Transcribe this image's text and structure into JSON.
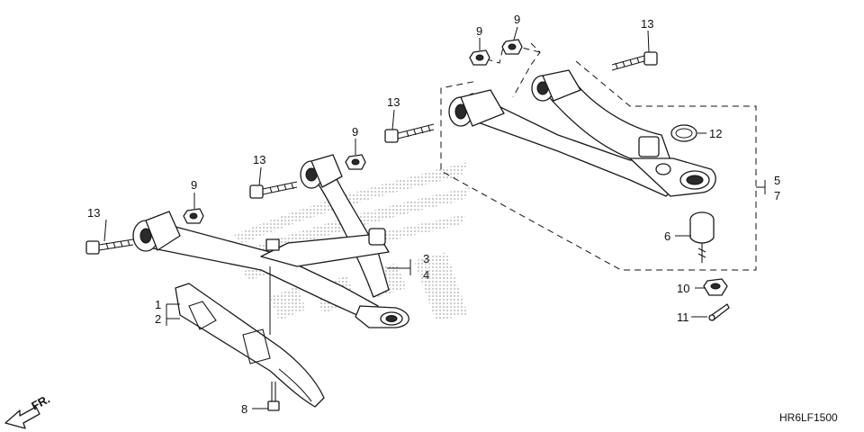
{
  "diagram_code": "HR6LF1500",
  "front_label": "FR.",
  "callouts": {
    "c1": "1",
    "c2": "2",
    "c3": "3",
    "c4": "4",
    "c5": "5",
    "c6": "6",
    "c7": "7",
    "c8": "8",
    "c9a": "9",
    "c9b": "9",
    "c9c": "9",
    "c9d": "9",
    "c10": "10",
    "c11": "11",
    "c12": "12",
    "c13a": "13",
    "c13b": "13",
    "c13c": "13",
    "c13d": "13"
  },
  "colors": {
    "line": "#1a1a1a",
    "watermark_dots": "#9a9a9a"
  }
}
